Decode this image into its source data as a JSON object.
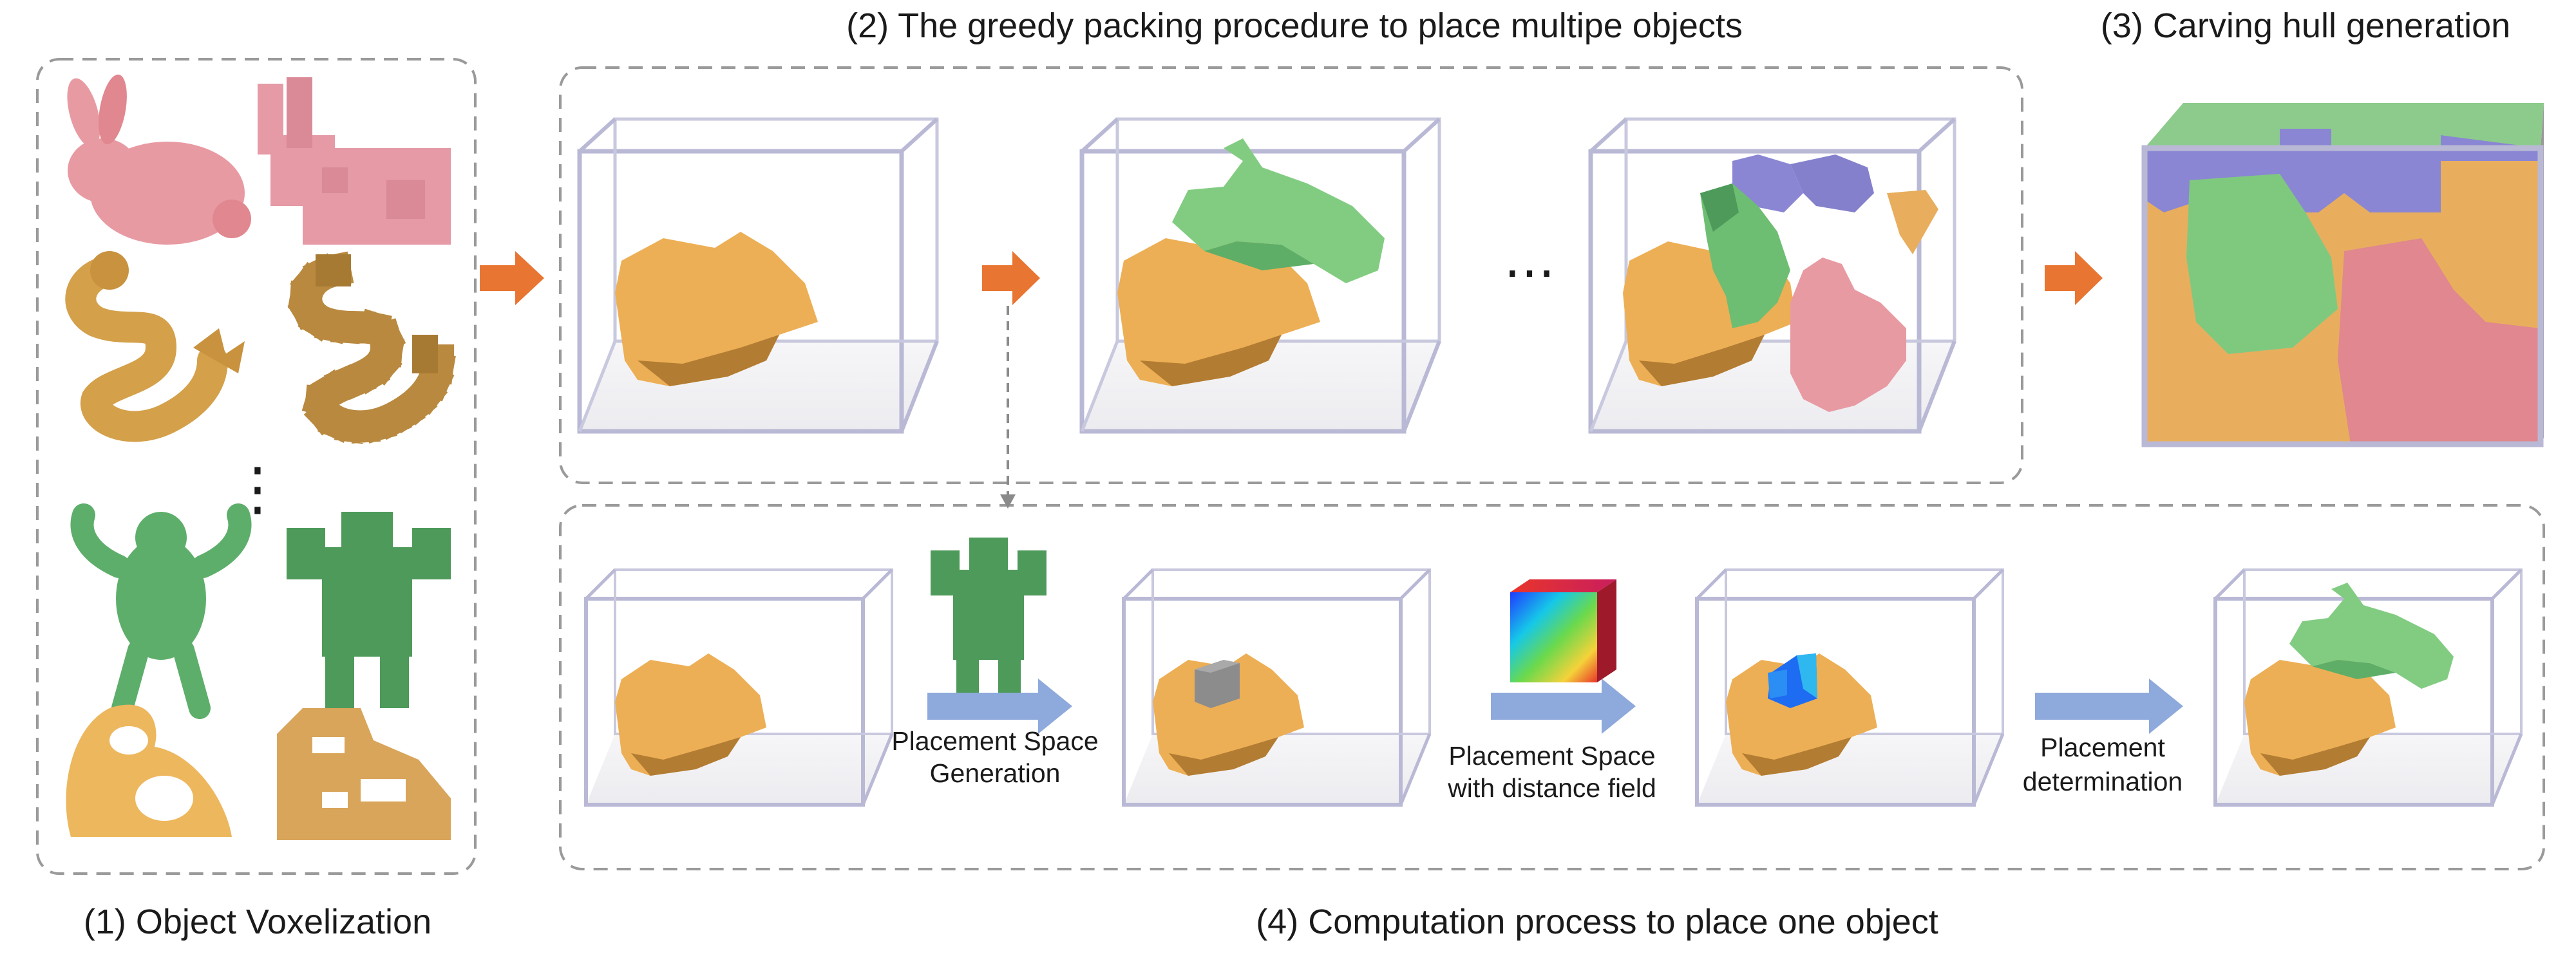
{
  "captions": {
    "voxelization": "(1) Object Voxelization",
    "greedy": "(2) The greedy packing procedure to place multipe objects",
    "carving": "(3) Carving hull generation",
    "computation": "(4) Computation process to place one object"
  },
  "labels": {
    "vertical_dots": "⋮",
    "ellipsis": "⋯",
    "step1_line1": "Placement Space",
    "step1_line2": "Generation",
    "step2_line1": "Placement Space",
    "step2_line2": "with distance field",
    "step3_line1": "Placement",
    "step3_line2": "determination"
  },
  "colors": {
    "orange_arrow": "#E87532",
    "blue_arrow": "#8EA9DB",
    "box_edge": "#B9B9D6",
    "dashed_border": "#9a9a9a",
    "orange_object": "#E8AE5E",
    "green_object": "#7FC97F",
    "pink_object": "#E89AA2",
    "blue_object": "#8A86D3",
    "dark_green_object": "#4E9A5A"
  }
}
